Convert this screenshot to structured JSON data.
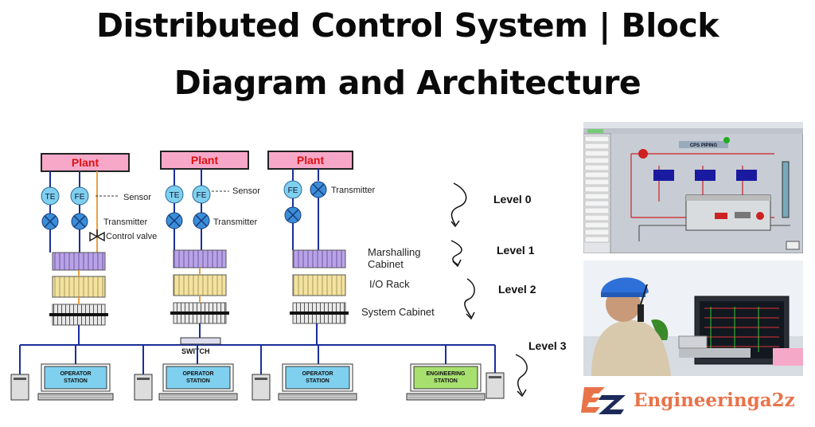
{
  "title": {
    "line1": "Distributed Control System | Block",
    "line2": "Diagram and Architecture"
  },
  "diagram": {
    "plant_label": "Plant",
    "instruments": {
      "te": "TE",
      "fe": "FE"
    },
    "labels": {
      "sensor": "Sensor",
      "transmitter": "Transmitter",
      "control_valve": "Control valve",
      "marshalling_line1": "Marshalling",
      "marshalling_line2": "Cabinet",
      "io_rack": "I/O Rack",
      "system_cabinet": "System Cabinet",
      "switch": "SWITCH"
    },
    "levels": [
      "Level 0",
      "Level 1",
      "Level 2",
      "Level 3"
    ],
    "stations": {
      "operator_line1": "OPERATOR",
      "operator_line2": "STATION",
      "engineering_line1": "ENGINEERING",
      "engineering_line2": "STATION"
    }
  },
  "hmi": {
    "piping_title": "CPS PIPING"
  },
  "brand": {
    "name": "Engineeringa2z"
  },
  "colors": {
    "plant_fill": "#f7a8c8",
    "instrument_fill": "#7fd0ee",
    "marshalling_fill": "#b9a3e6",
    "io_rack_fill": "#f3e2a0",
    "bus_line": "#1a2f9a",
    "brand": "#e8734a"
  }
}
